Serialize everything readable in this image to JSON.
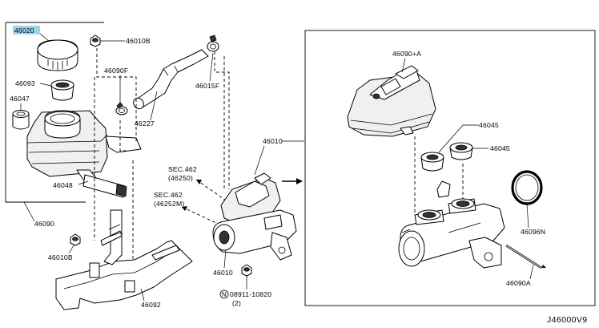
{
  "highlight_color": "#9fd4ee",
  "parts": {
    "cap": "46020",
    "reservoir": "46090",
    "cap_filter": "46093",
    "grommet": "46047",
    "bracket_bolt_top": "46010B",
    "bracket_bolt_bottom": "46010B",
    "hose_clamp_left": "46090F",
    "hose_clamp_right": "46015F",
    "hose": "46227",
    "reservoir_strap": "46048",
    "bracket": "46092",
    "master_cylinder_assy": "46010",
    "master_cylinder_body": "46010",
    "reservoir_detail": "46090+A",
    "seal_upper": "46045",
    "seal_lower": "46045",
    "o_ring": "46096N",
    "pin": "46090A",
    "nut_part": "08911-10820",
    "nut_qty": "(2)"
  },
  "refs": {
    "sec1_title": "SEC.462",
    "sec1_sub": "(46250)",
    "sec2_title": "SEC.462",
    "sec2_sub": "(46252M)"
  },
  "nut_symbol": "N",
  "diagram_code": "J46000V9"
}
